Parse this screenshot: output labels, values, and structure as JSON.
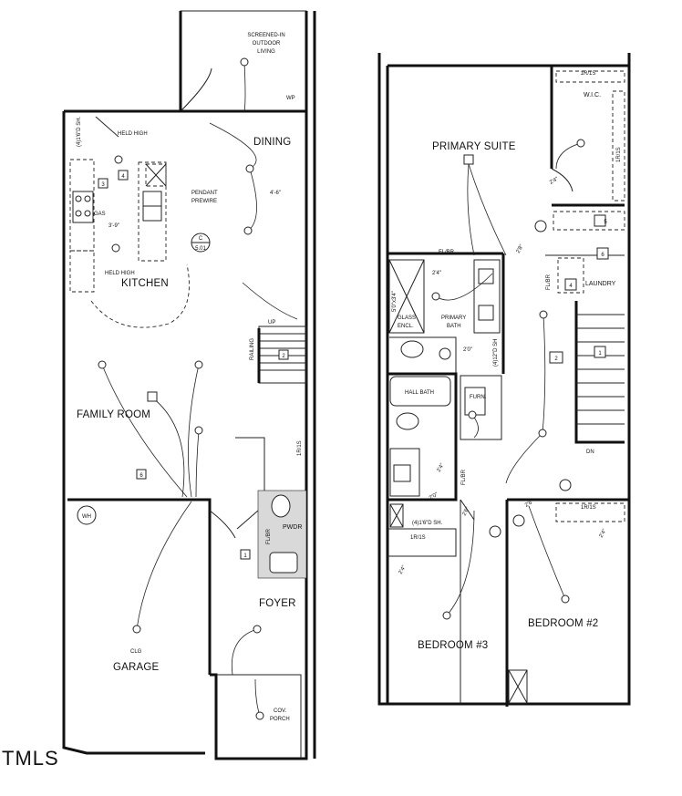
{
  "first_floor": {
    "screened_in": "SCREENED-IN",
    "outdoor": "OUTDOOR",
    "living": "LIVING",
    "wp": "WP",
    "dining": "DINING",
    "held_high_1": "HELD HIGH",
    "held_high_2": "HELD HIGH",
    "sh_shelf": "(4)1'6\"D SH.",
    "pendant": "PENDANT",
    "prewire": "PREWIRE",
    "dim_4_6": "4'-6\"",
    "dim_3_9": "3'-9\"",
    "gas": "GAS",
    "kitchen": "KITCHEN",
    "tag_c": "C",
    "tag_501": "5.01",
    "tag_3": "3",
    "tag_4": "4",
    "up": "UP",
    "railing": "RAILING",
    "tag_2": "2",
    "family_room": "FAMILY ROOM",
    "tag_6": "6",
    "wh": "WH",
    "rs": "1R/1S",
    "flbr": "FL/BR",
    "pwdr": "PWDR",
    "tag_1": "1",
    "foyer": "FOYER",
    "clg": "CLG",
    "garage": "GARAGE",
    "cov": "COV.",
    "porch": "PORCH"
  },
  "second_floor": {
    "rs_top": "1R/1S",
    "wic": "W.I.C.",
    "rs_side": "1R/1S",
    "primary_suite": "PRIMARY SUITE",
    "dim_2_4a": "2'4\"",
    "dim_2_8": "2'8\"",
    "flbr_1": "FL/BR",
    "dim_2_4b": "2'4\"",
    "glass": "GLASS",
    "encl": "ENCL.",
    "primary": "PRIMARY",
    "bath": "BATH",
    "dim_5x3": "5'0\"x3'4\"",
    "dim_2_0": "2'0\"",
    "sh_4_12": "(4)12\"D SH",
    "tag_5": "5",
    "tag_6": "6",
    "tag_4": "4",
    "laundry": "LAUNDRY",
    "flbr_2": "FL/BR",
    "tag_2": "2",
    "tag_1": "1",
    "hall_bath": "HALL BATH",
    "furn": "FURN.",
    "dn": "DN",
    "flbr_3": "FL/BR",
    "dim_2_4c": "2'4\"",
    "dim_2_0b": "2'0\"",
    "sh_4_16": "(4)1'6\"D SH.",
    "rs_b3": "1R/1S",
    "dim_2_6a": "2'6\"",
    "dim_2_6b": "2'6\"",
    "dim_2_4d": "2'4\"",
    "rs_b2": "1R/1S",
    "dim_2_4e": "2'4\"",
    "bedroom3": "BEDROOM #3",
    "bedroom2": "BEDROOM #2"
  },
  "logo_text": "TMLS"
}
